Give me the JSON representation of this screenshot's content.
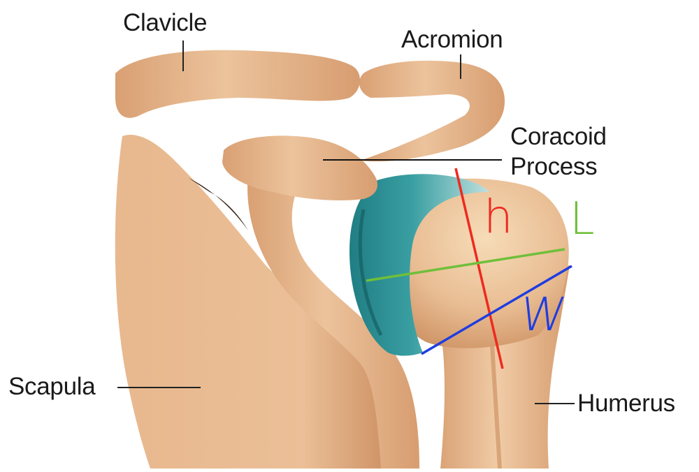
{
  "labels": {
    "clavicle": "Clavicle",
    "acromion": "Acromion",
    "coracoid_line1": "Coracoid",
    "coracoid_line2": "Process",
    "scapula": "Scapula",
    "humerus": "Humerus"
  },
  "annotations": {
    "h": "h",
    "L": "L",
    "W": "W"
  },
  "colors": {
    "bone": "#e9b98f",
    "bone_shade": "#c98d5e",
    "bone_dark": "#a86a3e",
    "cartilage": "#2a8c90",
    "cartilage_light": "#a9d6d6",
    "h_line": "#ee2a1e",
    "L_line": "#6fbf3a",
    "W_line": "#1f3de0",
    "label_text": "#1a1a1a"
  }
}
